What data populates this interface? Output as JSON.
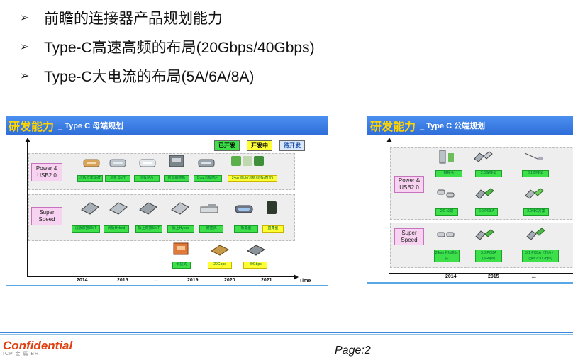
{
  "bullets": [
    "前瞻的连接器产品规划能力",
    "Type-C高速高频的布局(20Gbps/40Gbps)",
    "Type-C大电流的布局(5A/6A/8A)"
  ],
  "left_panel": {
    "title": "研发能力",
    "subtitle": "_ Type C 母端规划",
    "legend": [
      "已开发",
      "开发中",
      "待开发"
    ],
    "row_labels": [
      "Power &\nUSB2.0",
      "Super\nSpeed"
    ],
    "row1_tags": [
      "沉板立体SMT",
      "沉板 SMT",
      "沉板贴片",
      "前三脚插板",
      "Dual沉板前后",
      "24pin防水(沉板/沉板/直立)"
    ],
    "row2_tags": [
      "沉板双排SMT",
      "沉板Hybrid",
      "板上双排SMT",
      "板上Hybrid",
      "侧插式",
      "板载型",
      "直角型"
    ],
    "row3_tags": [
      "侧插式",
      "20Gbps",
      "40Gbps"
    ],
    "years": [
      "2014",
      "2015",
      "...",
      "2019",
      "2020",
      "2021"
    ],
    "time_label": "Time"
  },
  "right_panel": {
    "title": "研发能力",
    "subtitle": "_ Type C 公端规划",
    "row_labels": [
      "Power &\nUSB2.0",
      "Super\nSpeed"
    ],
    "row1_tags": [
      "铆接头",
      "2.0焊接型",
      "3.1焊接型"
    ],
    "row2_tags": [
      "2.0 公端",
      "2.0 PCBA",
      "2.0转C方案"
    ],
    "row3_tags": [
      "24pin全功能公头",
      "3.0 PCBA (5Gbps)",
      "3.1 PCBA（芯片）(gen2/10Gbps)"
    ],
    "years": [
      "2014",
      "2015",
      "..."
    ]
  },
  "footer": {
    "confidential": "Confidential",
    "small_text": "ICP 金 属 BR",
    "page": "Page:2"
  },
  "colors": {
    "banner": "#3a7fe6",
    "title_yellow": "#ffd400",
    "tag_green": "#3ee04a",
    "tag_yellow": "#ffff33",
    "confidential": "#e04010"
  }
}
